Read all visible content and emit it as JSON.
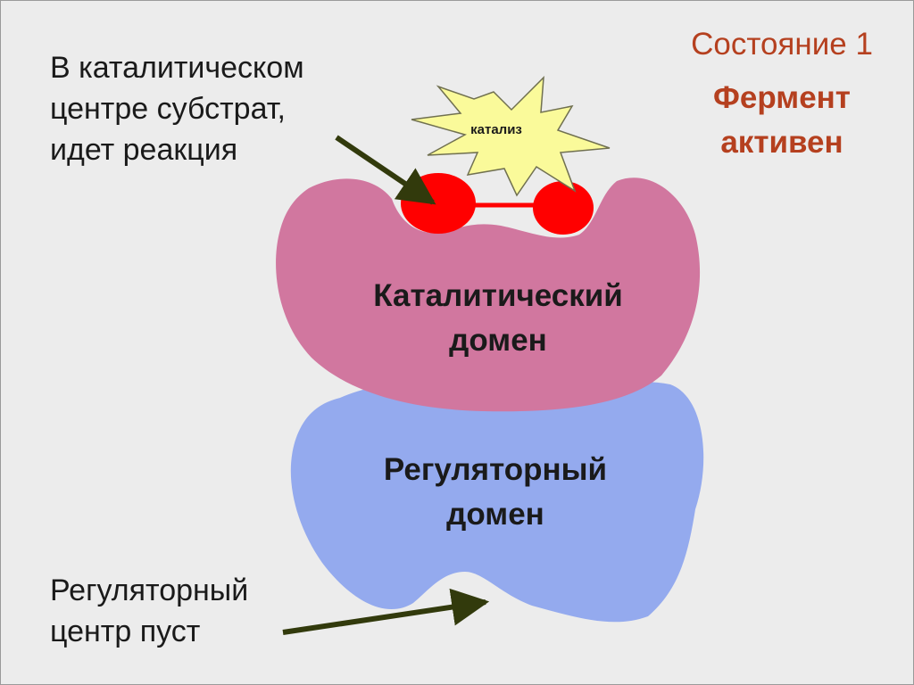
{
  "annotations": {
    "substrate_note": [
      "В каталитическом",
      "центре субстрат,",
      "идет реакция"
    ],
    "regulatory_note": [
      "Регуляторный",
      "центр пуст"
    ]
  },
  "state": {
    "title": "Состояние 1",
    "description": [
      "Фермент",
      "активен"
    ]
  },
  "domains": {
    "catalytic": [
      "Каталитический",
      "домен"
    ],
    "regulatory": [
      "Регуляторный",
      "домен"
    ]
  },
  "burst": {
    "label": "катализ"
  },
  "colors": {
    "background": "#ececec",
    "catalytic_domain": "#d1779f",
    "regulatory_domain": "#94aaee",
    "substrate": "#ff0000",
    "burst_fill": "#fafa9a",
    "arrow": "#323a0c",
    "state_text": "#b5401f"
  }
}
